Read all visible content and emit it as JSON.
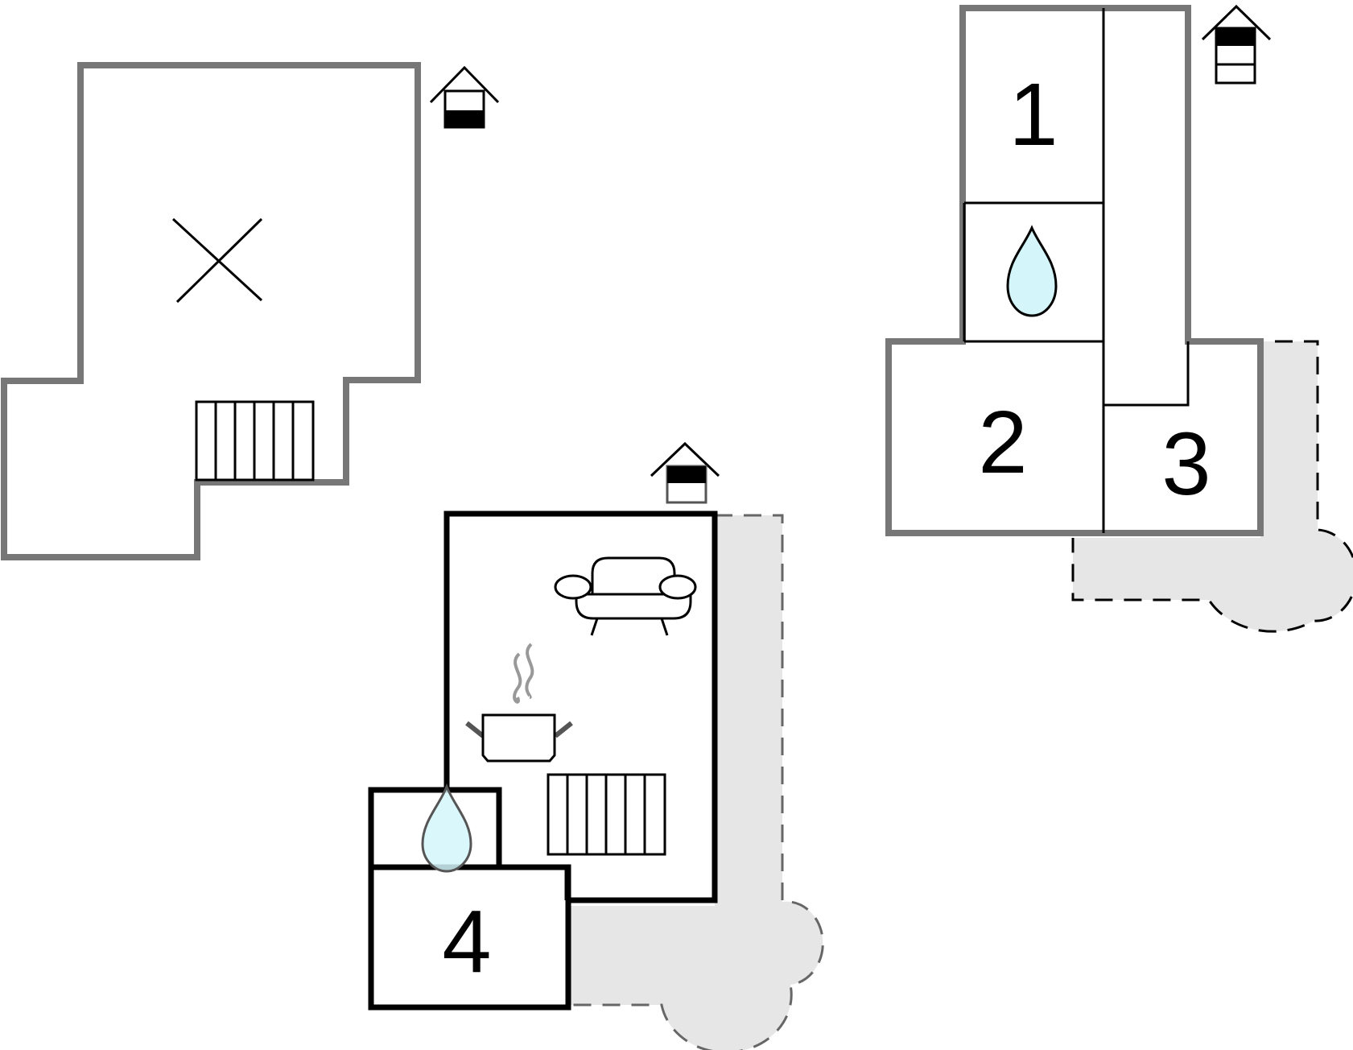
{
  "floorplan": {
    "colors": {
      "background": "#ffffff",
      "wall_upper": "#777777",
      "wall_ground": "#000000",
      "terrace": "#e6e6e6",
      "water": "#d4f6fb",
      "ink": "#000000"
    },
    "floors": [
      {
        "level": "attic",
        "icon": "house-level-top-icon",
        "features": [
          "open-void-cross-icon",
          "stair-icon"
        ]
      },
      {
        "level": "ground",
        "icon": "house-level-bottom-icon",
        "features": [
          "sofa-icon",
          "cooking-pot-icon",
          "stair-icon",
          "water-drop-icon"
        ]
      },
      {
        "level": "upper",
        "icon": "house-level-middle-icon",
        "features": [
          "water-drop-icon"
        ]
      }
    ],
    "rooms": {
      "room_1": "1",
      "room_2": "2",
      "room_3": "3",
      "room_4": "4"
    }
  }
}
